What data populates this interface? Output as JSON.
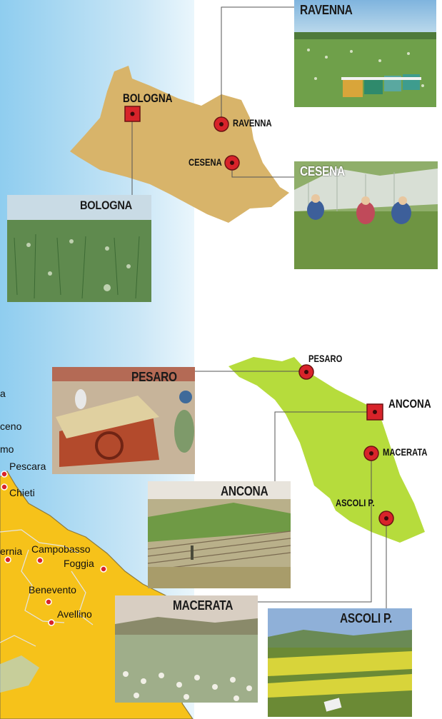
{
  "emilia_romagna": {
    "capital": {
      "label": "BOLOGNA",
      "photo_caption": "BOLOGNA"
    },
    "cities": [
      {
        "label": "RAVENNA",
        "photo_caption": "RAVENNA"
      },
      {
        "label": "CESENA",
        "photo_caption": "CESENA"
      }
    ]
  },
  "marche": {
    "capital": {
      "label": "ANCONA",
      "photo_caption": "ANCONA"
    },
    "cities": [
      {
        "label": "PESARO",
        "photo_caption": "PESARO"
      },
      {
        "label": "MACERATA",
        "photo_caption": "MACERATA"
      },
      {
        "label": "ASCOLI P.",
        "photo_caption": "ASCOLI P."
      }
    ]
  },
  "southern_map_towns": [
    "Pescara",
    "Chieti",
    "Campobasso",
    "Foggia",
    "Benevento",
    "Avellino"
  ],
  "partial_labels": [
    "a",
    "ceno",
    "mo",
    "ernia"
  ],
  "colors": {
    "sky_blue": "#a9d6f0",
    "emilia_fill": "#d8b46a",
    "marche_fill": "#b6dc3c",
    "south_fill": "#f6c21a",
    "marker_red": "#d8232a"
  }
}
